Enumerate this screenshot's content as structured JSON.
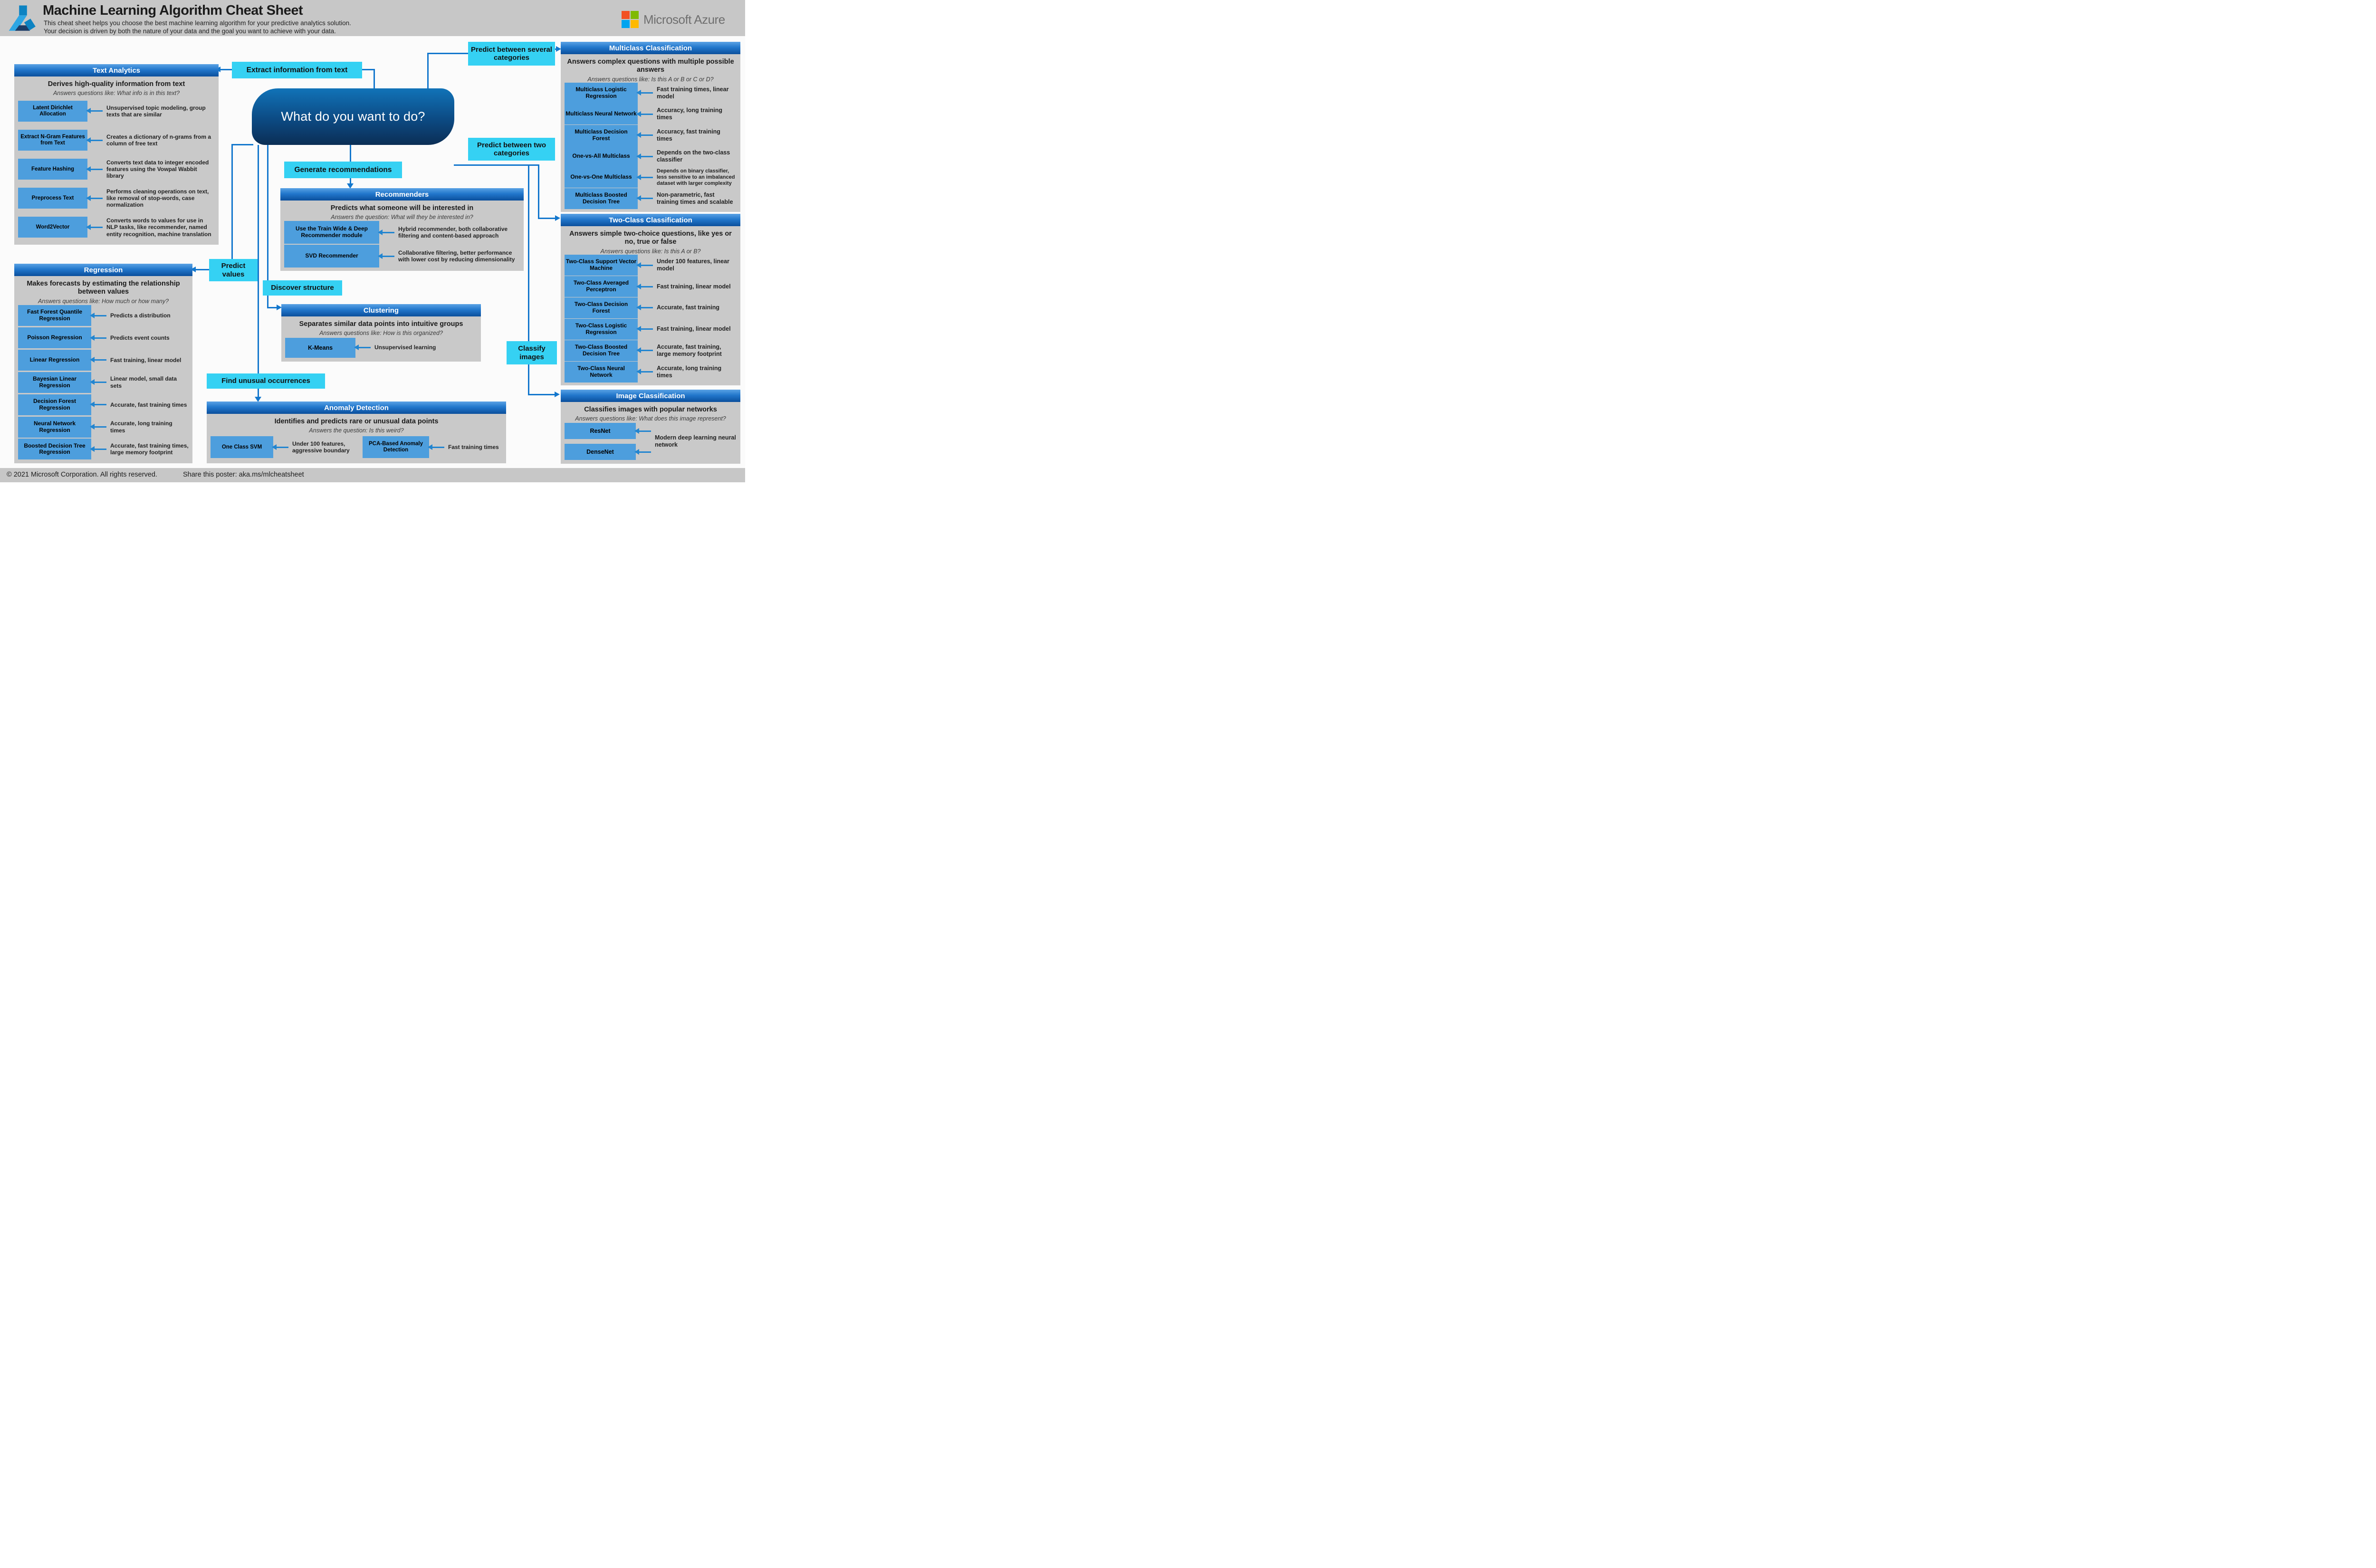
{
  "header": {
    "title": "Machine Learning Algorithm Cheat Sheet",
    "subtitle1": "This cheat sheet helps you choose the best machine learning algorithm for your predictive analytics solution.",
    "subtitle2": "Your decision is driven by both the nature of your data and the goal you want to achieve with your data.",
    "brand": "Microsoft Azure"
  },
  "center": {
    "question": "What do you want to do?"
  },
  "labels": {
    "extract_text": "Extract information from text",
    "predict_several": "Predict between several categories",
    "predict_two": "Predict between two categories",
    "generate_recommendations": "Generate recommendations",
    "discover_structure": "Discover structure",
    "predict_values": "Predict values",
    "find_unusual": "Find unusual occurrences",
    "classify_images": "Classify images"
  },
  "panels": {
    "text_analytics": {
      "title": "Text Analytics",
      "heading": "Derives high-quality information from text",
      "question": "Answers questions like: What info is in this text?",
      "items": [
        {
          "name": "Latent Dirichlet Allocation",
          "desc": "Unsupervised topic modeling, group texts that are similar"
        },
        {
          "name": "Extract N-Gram Features from Text",
          "desc": "Creates a dictionary of n-grams from a column of free text"
        },
        {
          "name": "Feature Hashing",
          "desc": "Converts text data to integer encoded features using the Vowpal Wabbit library"
        },
        {
          "name": "Preprocess Text",
          "desc": "Performs cleaning operations on text, like removal of stop-words, case normalization"
        },
        {
          "name": "Word2Vector",
          "desc": "Converts words to values for use in NLP tasks, like recommender, named entity recognition, machine translation"
        }
      ]
    },
    "regression": {
      "title": "Regression",
      "heading": "Makes forecasts by estimating the relationship between values",
      "question": "Answers questions like: How much or how many?",
      "items": [
        {
          "name": "Fast Forest Quantile Regression",
          "desc": "Predicts a distribution"
        },
        {
          "name": "Poisson Regression",
          "desc": "Predicts event counts"
        },
        {
          "name": "Linear Regression",
          "desc": "Fast training, linear model"
        },
        {
          "name": "Bayesian Linear Regression",
          "desc": "Linear model, small data sets"
        },
        {
          "name": "Decision Forest Regression",
          "desc": "Accurate, fast training times"
        },
        {
          "name": "Neural Network Regression",
          "desc": "Accurate, long training times"
        },
        {
          "name": "Boosted Decision Tree Regression",
          "desc": "Accurate, fast training times, large memory footprint"
        }
      ]
    },
    "recommenders": {
      "title": "Recommenders",
      "heading": "Predicts what someone will be interested in",
      "question": "Answers the question: What will they be interested in?",
      "items": [
        {
          "name": "Use the Train Wide & Deep Recommender module",
          "desc": "Hybrid recommender, both collaborative filtering and content-based approach"
        },
        {
          "name": "SVD Recommender",
          "desc": "Collaborative filtering, better performance with lower cost by reducing dimensionality"
        }
      ]
    },
    "clustering": {
      "title": "Clustering",
      "heading": "Separates similar data points into intuitive groups",
      "question": "Answers questions like: How is this organized?",
      "items": [
        {
          "name": "K-Means",
          "desc": "Unsupervised learning"
        }
      ]
    },
    "anomaly_detection": {
      "title": "Anomaly Detection",
      "heading": "Identifies and predicts rare or unusual data points",
      "question": "Answers the question: Is this weird?",
      "items": [
        {
          "name": "One Class SVM",
          "desc": "Under 100 features, aggressive boundary"
        },
        {
          "name": "PCA-Based Anomaly Detection",
          "desc": "Fast training times"
        }
      ]
    },
    "multiclass": {
      "title": "Multiclass Classification",
      "heading": "Answers complex questions with multiple possible answers",
      "question": "Answers questions like: Is this A or B or C or D?",
      "items": [
        {
          "name": "Multiclass Logistic Regression",
          "desc": "Fast training times, linear model"
        },
        {
          "name": "Multiclass Neural Network",
          "desc": "Accuracy, long training times"
        },
        {
          "name": "Multiclass Decision Forest",
          "desc": "Accuracy, fast training times"
        },
        {
          "name": "One-vs-All Multiclass",
          "desc": "Depends on the two-class classifier"
        },
        {
          "name": "One-vs-One Multiclass",
          "desc": "Depends on binary classifier, less sensitive to an imbalanced dataset with larger complexity"
        },
        {
          "name": "Multiclass Boosted Decision Tree",
          "desc": "Non-parametric, fast training times and scalable"
        }
      ]
    },
    "two_class": {
      "title": "Two-Class Classification",
      "heading": "Answers simple two-choice questions, like yes or no, true or false",
      "question": "Answers questions like: Is this A or B?",
      "items": [
        {
          "name": "Two-Class Support Vector Machine",
          "desc": "Under 100 features, linear model"
        },
        {
          "name": "Two-Class Averaged Perceptron",
          "desc": "Fast training, linear model"
        },
        {
          "name": "Two-Class Decision Forest",
          "desc": "Accurate, fast training"
        },
        {
          "name": "Two-Class Logistic Regression",
          "desc": "Fast training, linear model"
        },
        {
          "name": "Two-Class Boosted Decision Tree",
          "desc": "Accurate, fast training, large memory footprint"
        },
        {
          "name": "Two-Class Neural Network",
          "desc": "Accurate, long training times"
        }
      ]
    },
    "image_classification": {
      "title": "Image Classification",
      "heading": "Classifies images with popular networks",
      "question": "Answers questions like: What does this image represent?",
      "items": [
        {
          "name": "ResNet"
        },
        {
          "name": "DenseNet"
        }
      ],
      "shared_desc": "Modern deep learning neural network"
    }
  },
  "footer": {
    "copyright": "© 2021 Microsoft Corporation. All rights reserved.",
    "share": "Share this poster: aka.ms/mlcheatsheet"
  },
  "colors": {
    "cyan_label": "#35d1f3",
    "algo_box_blue": "#4d9edd",
    "panel_header_top": "#5aa2e4",
    "panel_header_bottom": "#0b4f9c",
    "node_top": "#1173b8",
    "node_bottom": "#0b2e55",
    "connector_blue": "#1377cd",
    "bar_gray": "#c7c7c7",
    "panel_gray": "#c9c9c9",
    "ms_red": "#f25022",
    "ms_green": "#7fba00",
    "ms_blue": "#00a4ef",
    "ms_yellow": "#ffb900"
  }
}
